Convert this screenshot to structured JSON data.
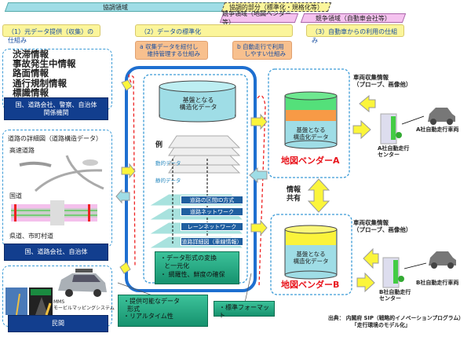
{
  "banners": {
    "cooperative": "協調領域",
    "cooperative_part": "協調的部分（標準化・規格化等）",
    "compete_map": "競争領域（地図ベンダー等）",
    "compete_auto": "競争領域（自動車会社等）"
  },
  "headers": {
    "h1": "（1）元データ提供（収集）の仕組み",
    "h2": "（2）データの標準化",
    "h3": "（3）自動車からの利用の仕組み"
  },
  "sub": {
    "a1": "a  収集データを紐付し",
    "a2": "    維持管理する仕組み",
    "b1": "b  自動走行で利用",
    "b2": "    しやすい仕組み"
  },
  "left": {
    "info": [
      "渋滞情報",
      "事故発生中情報",
      "路面情報",
      "通行規制情報",
      "標識情報"
    ],
    "bar1a": "国、道路会社、警察、自治体",
    "bar1b": "関係機関",
    "road_title": "道路の詳細図（道路構造データ）",
    "expressway": "高速道路",
    "national": "国道",
    "prefectural": "県道、市町村道",
    "bar2": "国、道路会社、自治体",
    "mms1": "MMS",
    "mms2": "モービルマッピングシステム",
    "bar3": "民間"
  },
  "center": {
    "db1": "基盤となる",
    "db2": "構造化データ",
    "example": "例",
    "dynamic": "動的データ",
    "static": "静的データ",
    "layers": [
      "道路の区間ID方式",
      "道路ネットワーク",
      "レーンネットワーク",
      "道路詳細図（車線情報）"
    ],
    "g1": "・データ形式の変換",
    "g2": "  と一元化",
    "g3": "・ 網羅性、鮮度の確保",
    "p1": "・提供可能なデータ",
    "p2": "  形式",
    "p3": "・リアルタイム性",
    "format": "・標準フォーマット"
  },
  "vendors": {
    "db1": "基盤となる",
    "db2": "構造化データ",
    "a": "地図ベンダーA",
    "b": "地図ベンダーB",
    "share1": "情報",
    "share2": "共有",
    "probe1": "車両収集情報",
    "probe2": "（プローブ、画像他）",
    "a_center1": "A社自動走行",
    "a_center2": "センター",
    "a_car": "A社自動走行車両",
    "b_center1": "B社自動走行",
    "b_center2": "センター",
    "b_car": "B社自動走行車両"
  },
  "source": {
    "l1": "出典： 内閣府 SIP（戦略的イノベーションプログラム）",
    "l2": "「走行環境のモデル化」"
  },
  "colors": {
    "cyan": "#9fdde6",
    "yellow": "#fbf59b",
    "pink": "#f5c2ef",
    "navy": "#123e8e",
    "red": "#e8141c",
    "green": "#16926e",
    "blue": "#1e6fd0"
  }
}
